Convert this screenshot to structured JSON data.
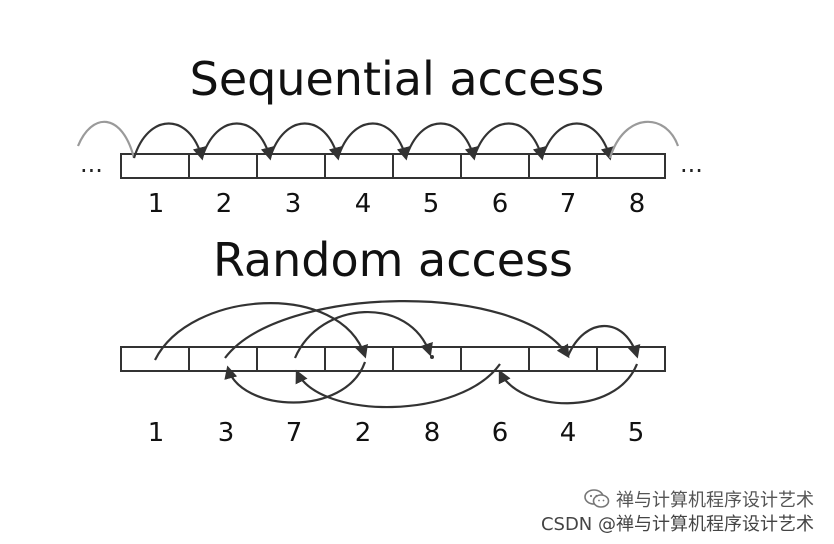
{
  "sequential": {
    "title": "Sequential access",
    "leading_dots": "...",
    "trailing_dots": "...",
    "labels": [
      "1",
      "2",
      "3",
      "4",
      "5",
      "6",
      "7",
      "8"
    ]
  },
  "random": {
    "title": "Random access",
    "labels": [
      "1",
      "3",
      "7",
      "2",
      "8",
      "6",
      "4",
      "5"
    ]
  },
  "watermark": {
    "account": "禅与计算机程序设计艺术",
    "credit": "CSDN @禅与计算机程序设计艺术",
    "icon": "wechat-icon"
  }
}
